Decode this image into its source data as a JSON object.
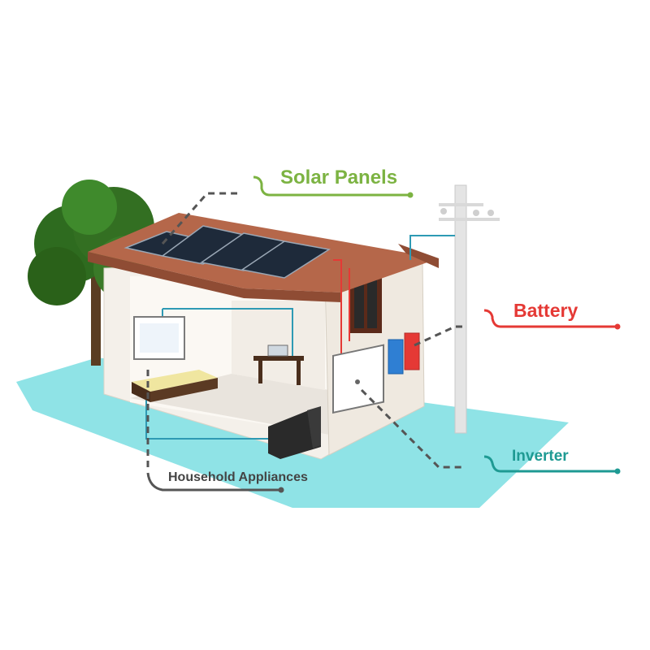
{
  "labels": {
    "solar_panels": "Solar Panels",
    "battery": "Battery",
    "inverter": "Inverter",
    "household_appliances": "Household Appliances"
  },
  "colors": {
    "solar": "#7cb342",
    "battery": "#e53935",
    "inverter": "#1e9a93",
    "appliances": "#444444",
    "ground": "#8fe3e6",
    "roof": "#b5674a",
    "wall": "#f4f0ea",
    "wire": "#2e9ab4",
    "wire_red": "#e53935",
    "tree": "#2e6b1f"
  },
  "icons": [
    "tree-icon",
    "house-icon",
    "solar-panel-icon",
    "utility-pole-icon",
    "inverter-icon",
    "battery-icon",
    "tv-icon",
    "desk-icon",
    "sofa-icon",
    "bed-icon"
  ]
}
